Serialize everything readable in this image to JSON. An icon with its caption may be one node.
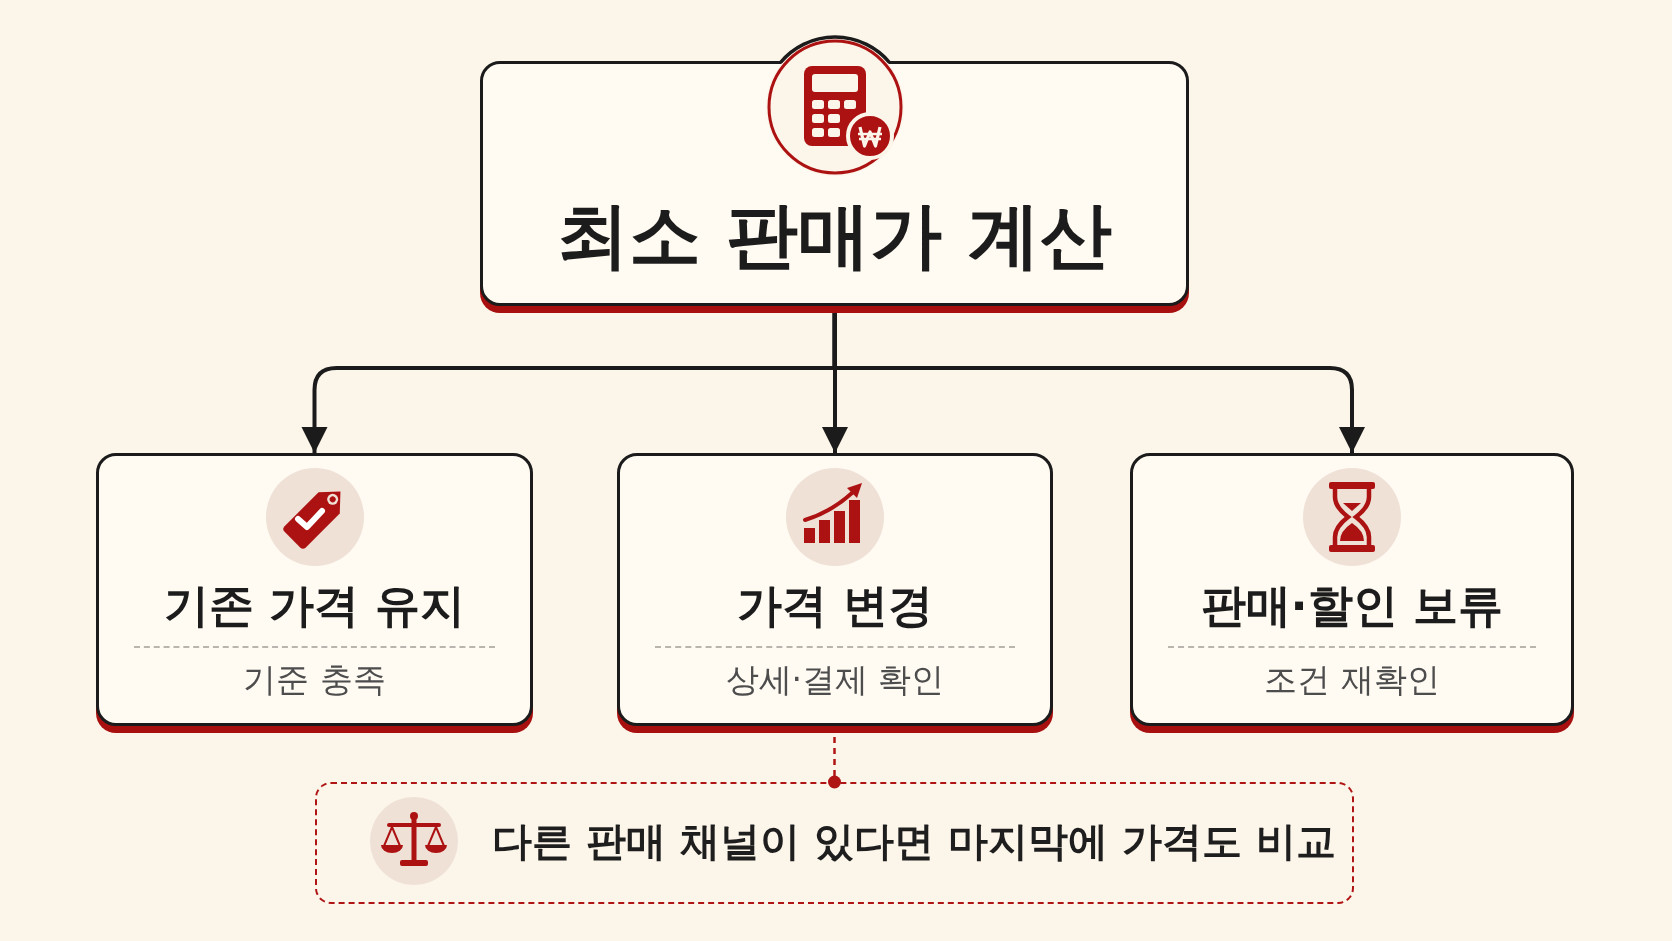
{
  "diagram": {
    "nodes": [
      {
        "text": [
          "최소 판매가 계산"
        ]
      },
      {
        "text": [
          "기존 가격 유지",
          "기준 충족"
        ]
      },
      {
        "text": [
          "가격 변경",
          "상세·결제 확인"
        ]
      },
      {
        "text": [
          "판매·할인 보류",
          "조건 재확인"
        ]
      },
      {
        "text": [
          "다른 판매 채널이 있다면 마지막에 가격도 비교"
        ]
      }
    ],
    "edges": [
      {
        "from": 0,
        "to": 1,
        "arrow": "to"
      },
      {
        "from": 0,
        "to": 2,
        "arrow": "to"
      },
      {
        "from": 0,
        "to": 3,
        "arrow": "to"
      },
      {
        "from": 2,
        "to": 4,
        "arrow": "other",
        "style": "dashed",
        "color": "#b01515"
      }
    ]
  }
}
